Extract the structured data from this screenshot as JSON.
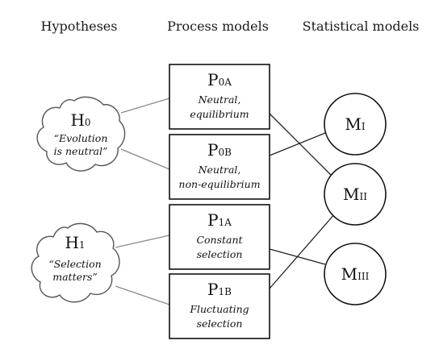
{
  "headers": {
    "hypotheses": "Hypotheses",
    "process_models": "Process models",
    "statistical_models": "Statistical models"
  },
  "hypotheses": [
    {
      "main": "H",
      "sub": "0",
      "lines": [
        "“Evolution",
        "is neutral”"
      ]
    },
    {
      "main": "H",
      "sub": "1",
      "lines": [
        "“Selection",
        "matters”"
      ]
    }
  ],
  "process_models": [
    {
      "main": "P",
      "sub": "0A",
      "lines": [
        "Neutral,",
        "equilibrium"
      ]
    },
    {
      "main": "P",
      "sub": "0B",
      "lines": [
        "Neutral,",
        "non-equilibrium"
      ]
    },
    {
      "main": "P",
      "sub": "1A",
      "lines": [
        "Constant",
        "selection"
      ]
    },
    {
      "main": "P",
      "sub": "1B",
      "lines": [
        "Fluctuating",
        "selection"
      ]
    }
  ],
  "statistical_models": [
    {
      "main": "M",
      "sub": "I"
    },
    {
      "main": "M",
      "sub": "II"
    },
    {
      "main": "M",
      "sub": "III"
    }
  ]
}
